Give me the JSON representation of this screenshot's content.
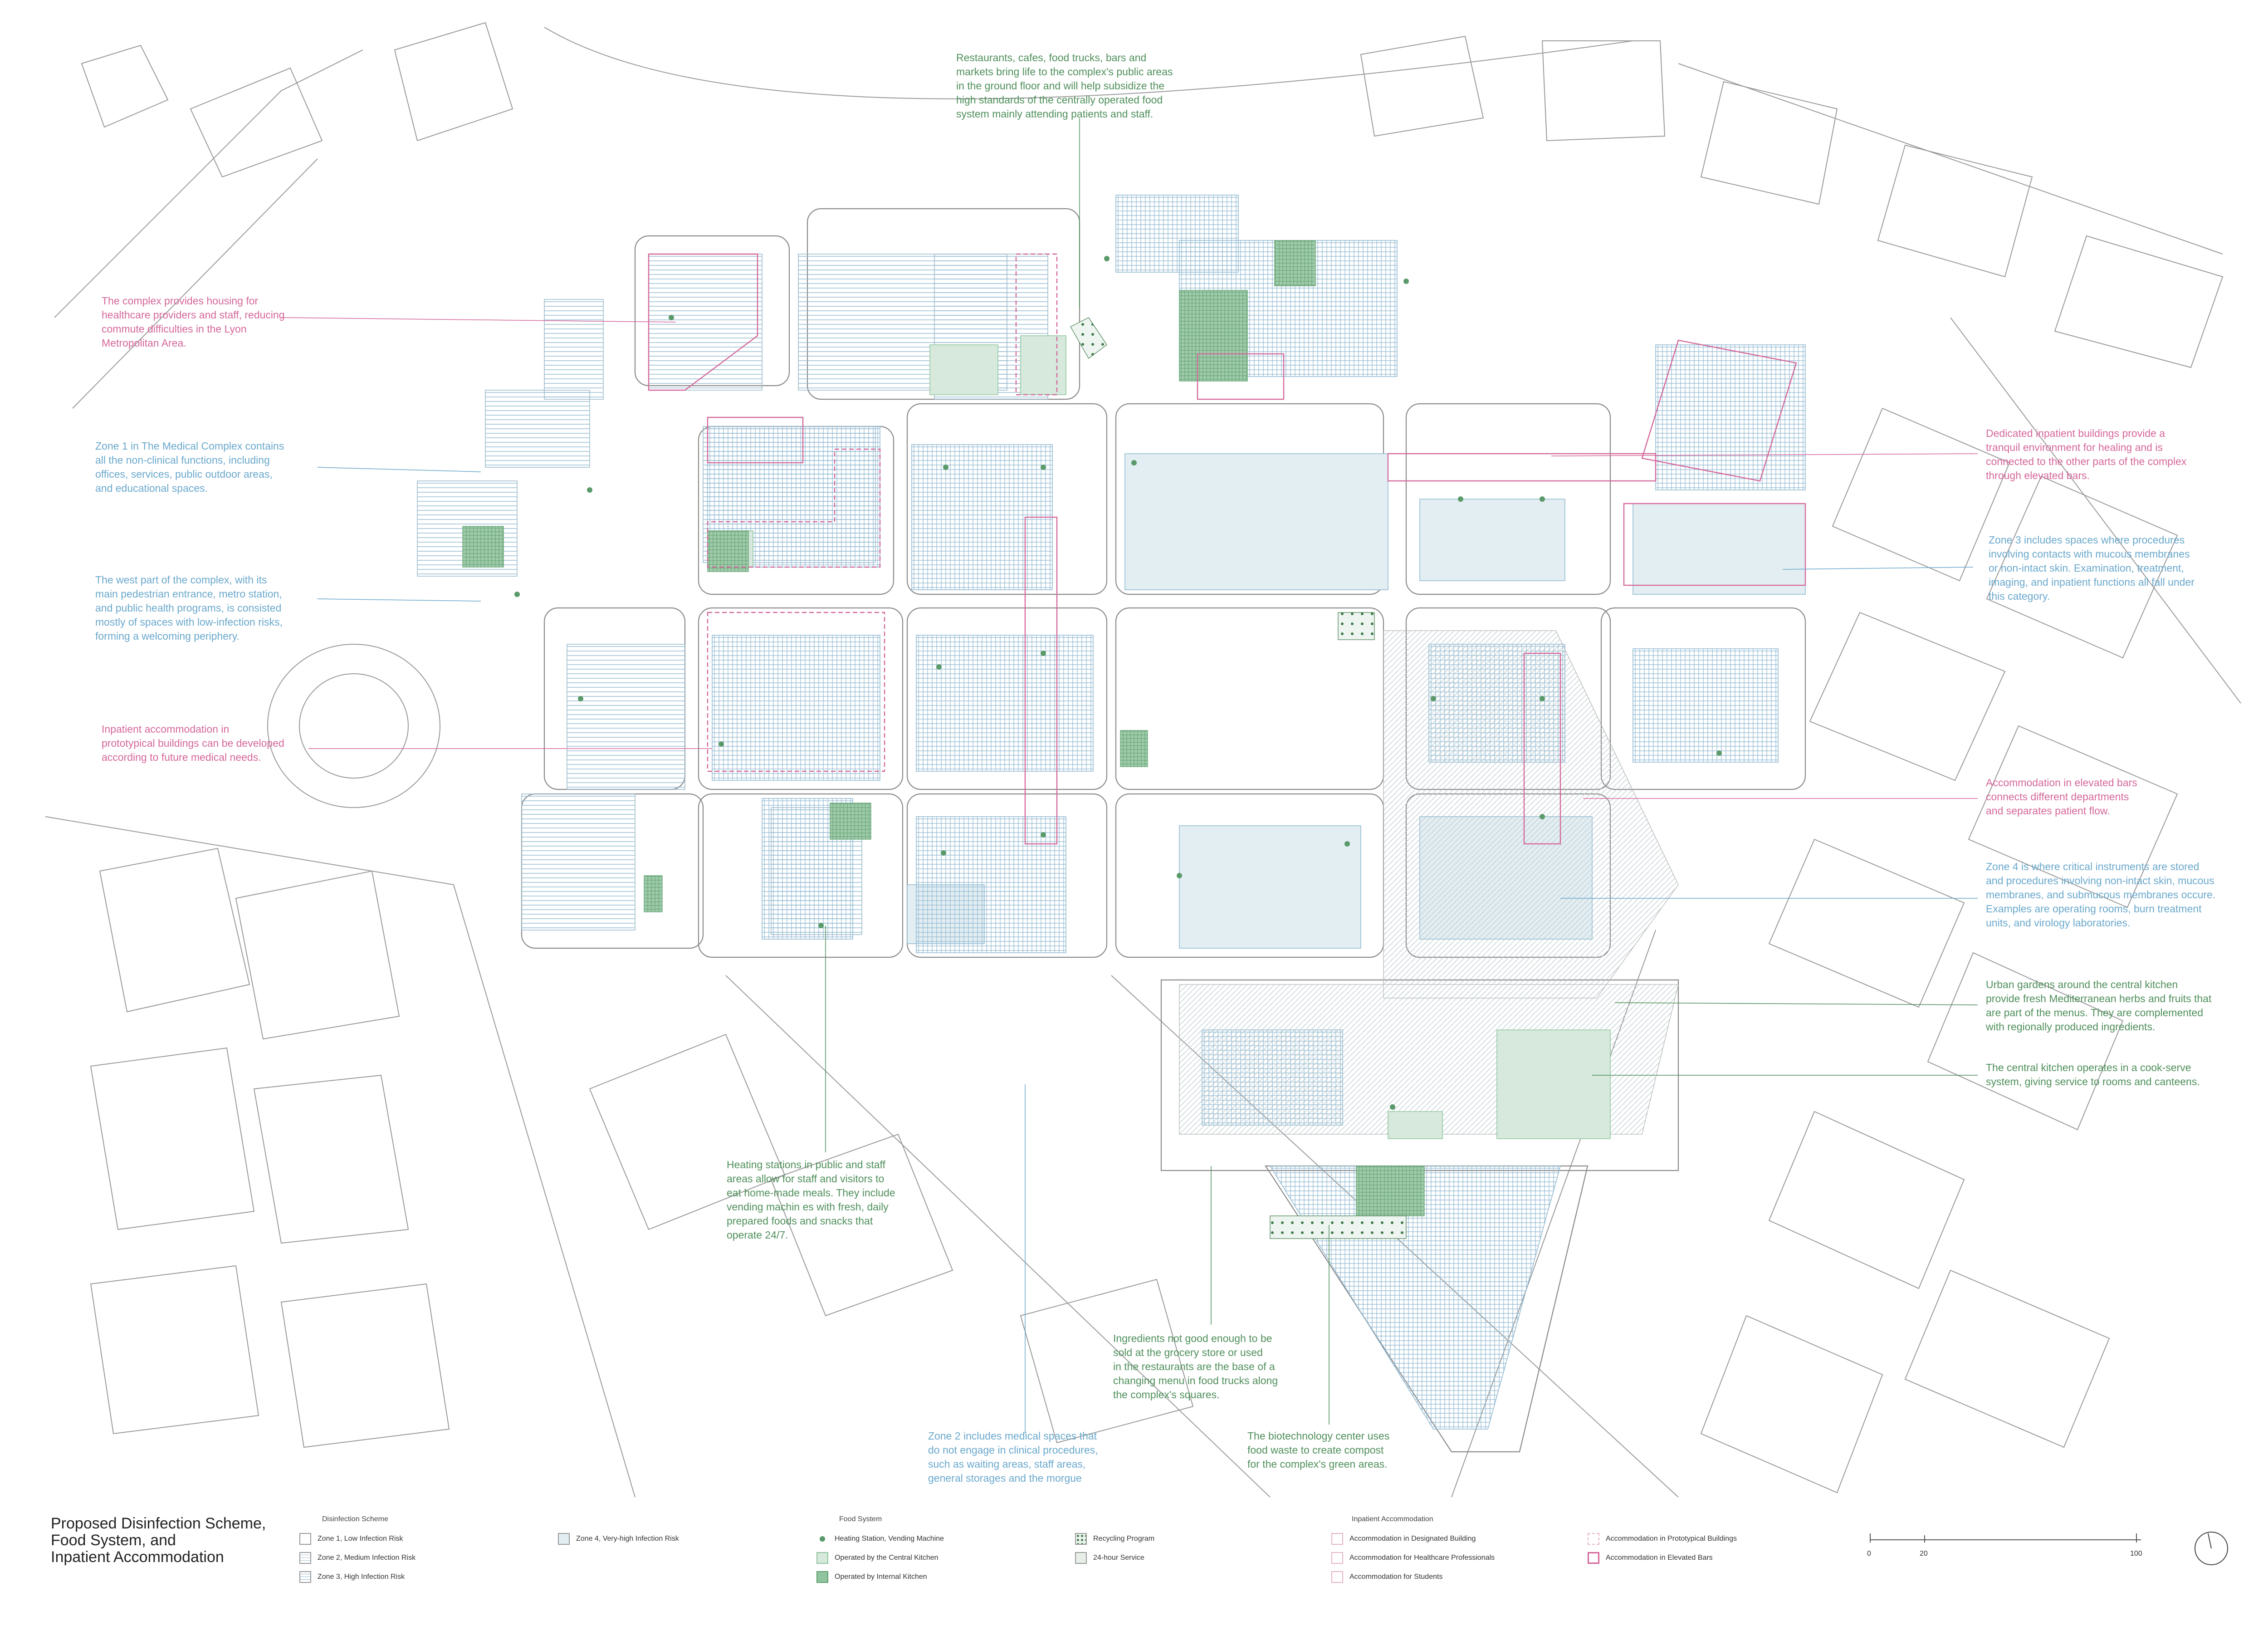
{
  "title": "Proposed Disinfection Scheme,\nFood System, and\nInpatient Accommodation",
  "annotations": [
    {
      "id": "restaurants",
      "color": "green",
      "text": "Restaurants, cafes, food trucks, bars and\nmarkets bring life to the complex's public areas\nin the ground floor and will help subsidize the\nhigh standards of the centrally operated food\nsystem mainly attending patients and staff."
    },
    {
      "id": "housing",
      "color": "pink",
      "text": "The complex provides housing for\nhealthcare providers and staff, reducing\ncommute difficulties in the Lyon\nMetropolitan Area."
    },
    {
      "id": "zone1",
      "color": "blue",
      "text": "Zone 1 in The Medical Complex contains\nall the non-clinical functions, including\noffices, services, public outdoor areas,\nand educational spaces."
    },
    {
      "id": "west",
      "color": "blue",
      "text": "The west part of the complex, with its\nmain pedestrian entrance, metro station,\nand public health programs, is consisted\nmostly of spaces with low-infection risks,\nforming a welcoming periphery."
    },
    {
      "id": "prototypical",
      "color": "pink",
      "text": "Inpatient accommodation in\nprototypical buildings can be developed\naccording to future medical needs."
    },
    {
      "id": "dedicated",
      "color": "pink",
      "text": "Dedicated inpatient buildings provide a\ntranquil environment for healing and is\nconnected to the other parts of the complex\nthrough elevated bars."
    },
    {
      "id": "zone3",
      "color": "blue",
      "text": "Zone 3 includes spaces where procedures\ninvolving contacts with mucous membranes\nor non-intact skin. Examination, treatment,\nimaging, and inpatient functions all fall under\nthis category."
    },
    {
      "id": "elevated",
      "color": "pink",
      "text": "Accommodation in elevated bars\nconnects different departments\nand separates patient flow."
    },
    {
      "id": "zone4",
      "color": "blue",
      "text": "Zone 4 is where critical instruments are stored\nand procedures involving non-intact skin, mucous\nmembranes, and submucous membranes occure.\nExamples are operating rooms, burn treatment\nunits, and virology laboratories."
    },
    {
      "id": "urban_gardens",
      "color": "green",
      "text": "Urban gardens around the central kitchen\nprovide fresh Mediterranean herbs and fruits that\nare part of the menus. They are complemented\nwith regionally produced ingredients."
    },
    {
      "id": "central_kitchen",
      "color": "green",
      "text": "The central kitchen operates in a cook-serve\nsystem, giving service to rooms and canteens."
    },
    {
      "id": "heating",
      "color": "green",
      "text": "Heating stations in public and staff\nareas allow for staff and visitors to\neat home-made meals. They include\nvending machin es with fresh, daily\nprepared foods and snacks that\noperate 24/7."
    },
    {
      "id": "ingredients",
      "color": "green",
      "text": "Ingredients not good enough to be\nsold at the grocery store or used\nin the restaurants are the base of a\nchanging menu in food trucks along\nthe complex's squares."
    },
    {
      "id": "zone2",
      "color": "blue",
      "text": "Zone 2 includes medical spaces that\ndo not engage in clinical procedures,\nsuch as waiting areas, staff areas,\ngeneral storages and the morgue"
    },
    {
      "id": "biotech",
      "color": "green",
      "text": "The biotechnology center uses\nfood waste to create compost\nfor the complex's green areas."
    }
  ],
  "legend": {
    "disinfection": {
      "heading": "Disinfection Scheme",
      "items": [
        "Zone 1, Low Infection Risk",
        "Zone 2, Medium Infection Risk",
        "Zone 3, High Infection Risk",
        "Zone 4, Very-high Infection Risk"
      ]
    },
    "food": {
      "heading": "Food System",
      "items": [
        "Heating Station, Vending Machine",
        "Operated by the Central Kitchen",
        "Operated by Internal Kitchen",
        "Recycling Program",
        "24-hour Service"
      ]
    },
    "inpatient": {
      "heading": "Inpatient Accommodation",
      "items": [
        "Accommodation in Designated Building",
        "Accommodation for Healthcare Professionals",
        "Accommodation for Students",
        "Accommodation in Prototypical Buildings",
        "Accommodation in Elevated Bars"
      ]
    }
  },
  "scale_bar": {
    "labels": [
      "0",
      "20",
      "100"
    ]
  },
  "colors": {
    "green": "#4f8f5b",
    "blue": "#6aa8cc",
    "pink": "#d4679a",
    "zone4_fill": "#e3eef3",
    "central_kitchen_fill": "#d6e9dc",
    "internal_kitchen_fill": "#8fc49e"
  },
  "icons": {
    "north_arrow": "north-arrow-icon"
  }
}
